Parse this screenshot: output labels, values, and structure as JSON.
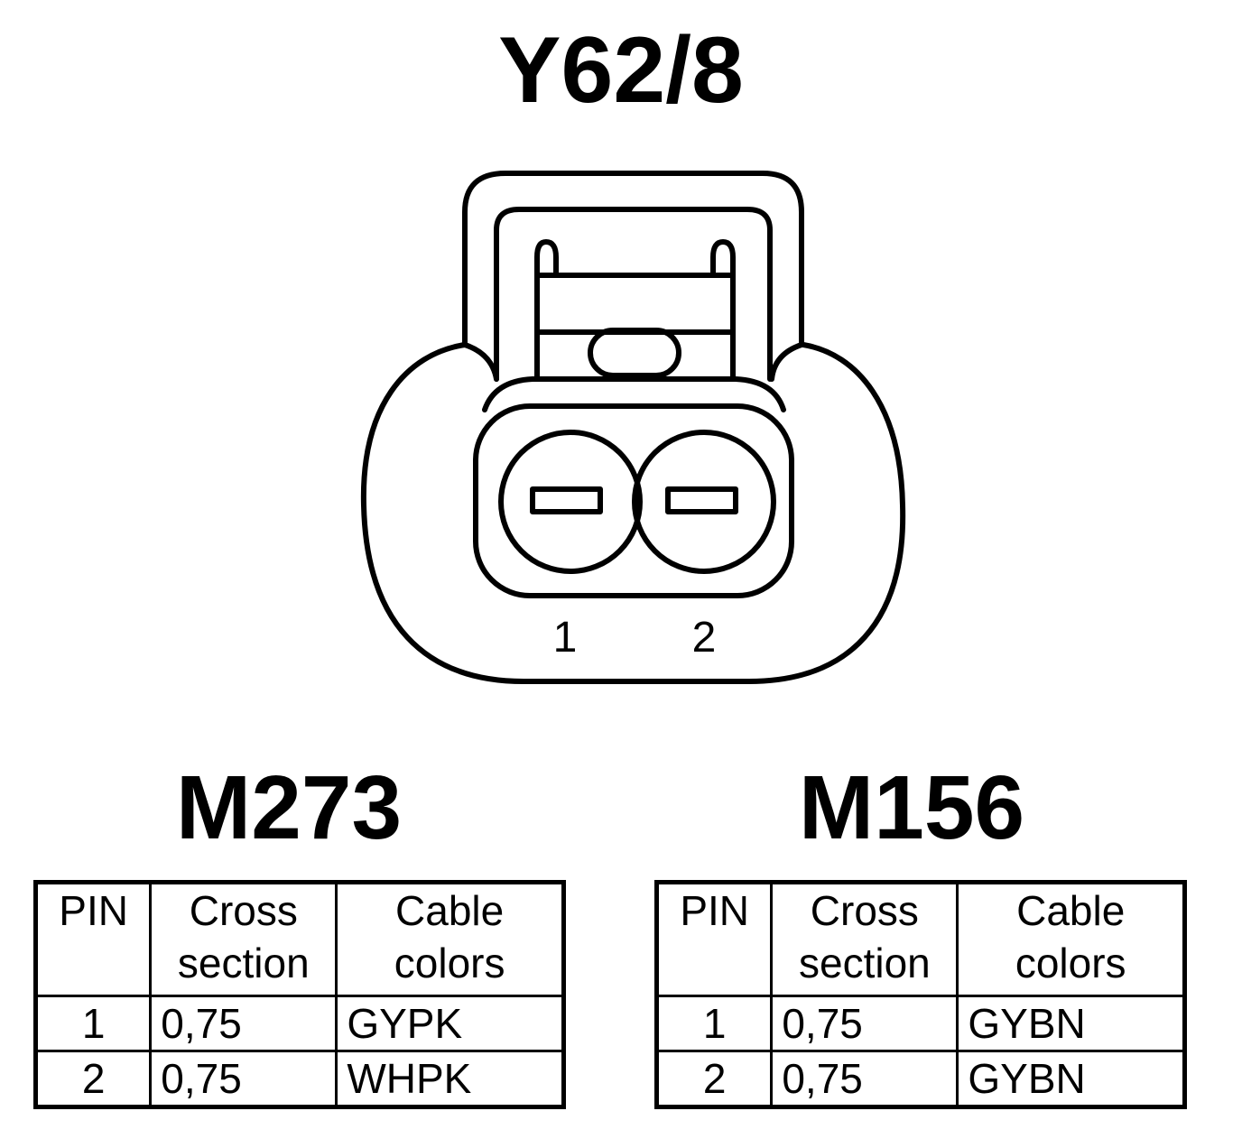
{
  "connector": {
    "title": "Y62/8",
    "pin_labels": [
      "1",
      "2"
    ]
  },
  "tables": [
    {
      "engine": "M273",
      "headers": {
        "pin": "PIN",
        "cross_section": "Cross\nsection",
        "cable_colors": "Cable\ncolors"
      },
      "rows": [
        {
          "pin": "1",
          "cross_section": "0,75",
          "cable_colors": "GYPK"
        },
        {
          "pin": "2",
          "cross_section": "0,75",
          "cable_colors": "WHPK"
        }
      ]
    },
    {
      "engine": "M156",
      "headers": {
        "pin": "PIN",
        "cross_section": "Cross\nsection",
        "cable_colors": "Cable\ncolors"
      },
      "rows": [
        {
          "pin": "1",
          "cross_section": "0,75",
          "cable_colors": "GYBN"
        },
        {
          "pin": "2",
          "cross_section": "0,75",
          "cable_colors": "GYBN"
        }
      ]
    }
  ]
}
